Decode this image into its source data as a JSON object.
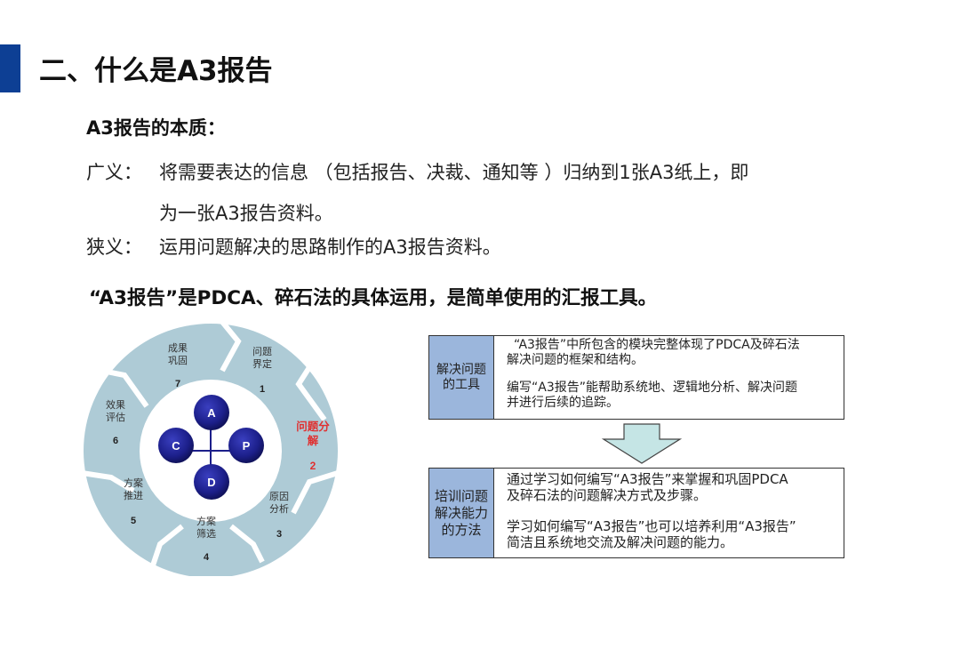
{
  "header": {
    "accent_color": "#0d3f94",
    "title": "二、什么是A3报告"
  },
  "essence": {
    "heading": "A3报告的本质：",
    "broad": {
      "label": "广义：",
      "line1": "将需要表达的信息 （包括报告、决裁、通知等 ）归纳到1张A3纸上，即",
      "line2": "为一张A3报告资料。"
    },
    "narrow": {
      "label": "狭义：",
      "text": "运用问题解决的思路制作的A3报告资料。"
    },
    "summary": "“A3报告”是PDCA、碎石法的具体运用，是简单使用的汇报工具。"
  },
  "cycle_diagram": {
    "segment_color": "#aecbd6",
    "center_color": "#1c1f8a",
    "highlight_color": "#e03030",
    "pdca": [
      "A",
      "P",
      "D",
      "C"
    ],
    "steps": [
      {
        "number": "1",
        "line1": "问题",
        "line2": "界定",
        "highlight": false
      },
      {
        "number": "2",
        "line1": "问题分",
        "line2": "解",
        "highlight": true
      },
      {
        "number": "3",
        "line1": "原因",
        "line2": "分析",
        "highlight": false
      },
      {
        "number": "4",
        "line1": "方案",
        "line2": "筛选",
        "highlight": false
      },
      {
        "number": "5",
        "line1": "方案",
        "line2": "推进",
        "highlight": false
      },
      {
        "number": "6",
        "line1": "效果",
        "line2": "评估",
        "highlight": false
      },
      {
        "number": "7",
        "line1": "成果",
        "line2": "巩固",
        "highlight": false
      }
    ]
  },
  "tool_box": {
    "label_line1": "解决问题",
    "label_line2": "的工具",
    "p1_line1": "“A3报告”中所包含的模块完整体现了PDCA及碎石法",
    "p1_line2": "解决问题的框架和结构。",
    "p2_line1": "编写“A3报告”能帮助系统地、逻辑地分析、解决问题",
    "p2_line2": "并进行后续的追踪。"
  },
  "training_box": {
    "label_line1": "培训问题",
    "label_line2": "解决能力",
    "label_line3": "的方法",
    "p1_line1": "通过学习如何编写“A3报告”来掌握和巩固PDCA",
    "p1_line2": "及碎石法的问题解决方式及步骤。",
    "p2_line1": "学习如何编写“A3报告”也可以培养利用“A3报告”",
    "p2_line2": "简洁且系统地交流及解决问题的能力。"
  },
  "colors": {
    "box_label_bg": "#9bb6dc",
    "arrow_fill": "#c5e5e5"
  }
}
